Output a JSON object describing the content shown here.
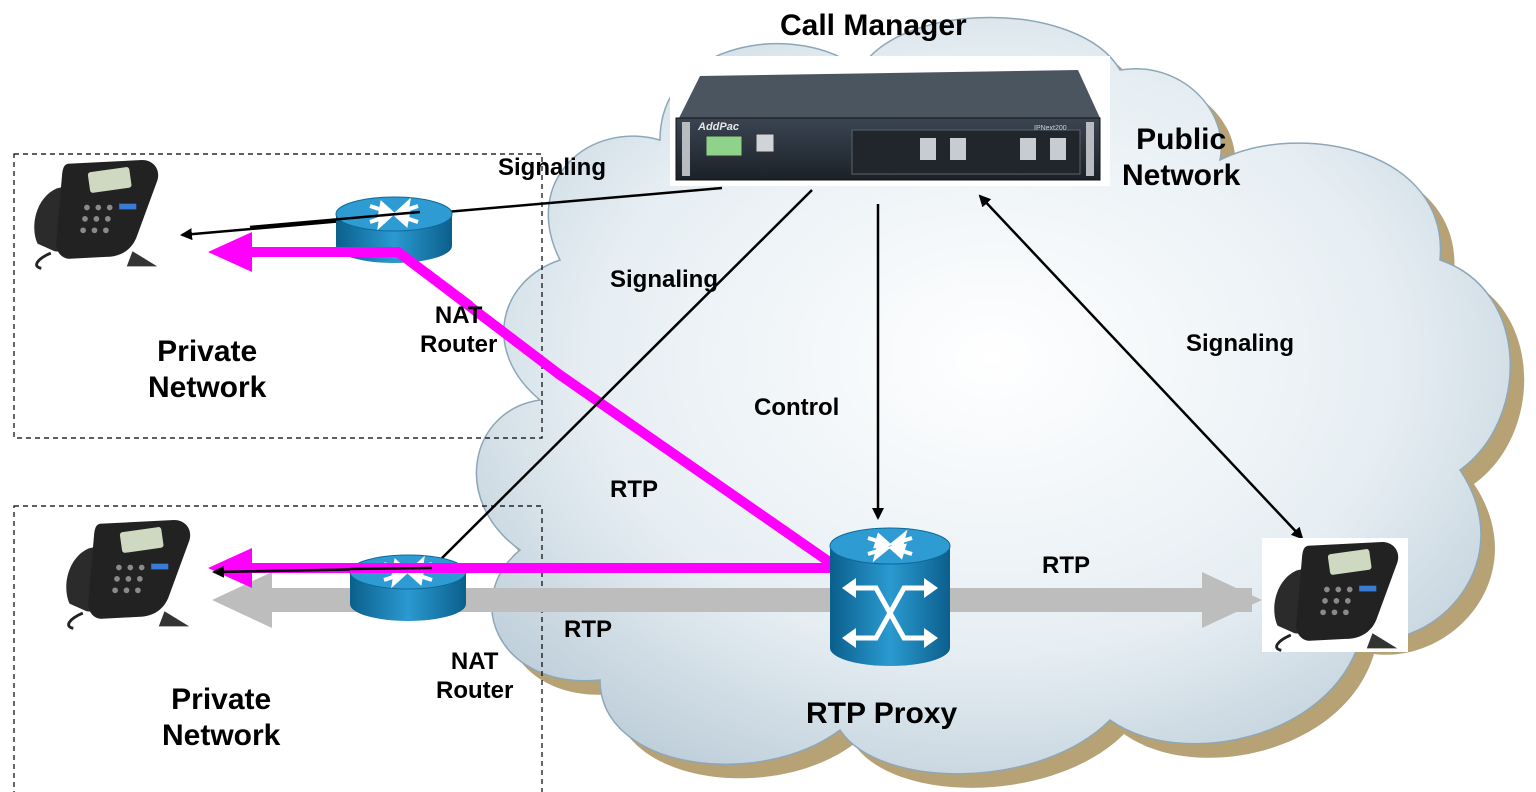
{
  "colors": {
    "cloud_fill": "#dde8ef",
    "cloud_shadow": "#b7a276",
    "rtp_magenta": "#ff00ff",
    "rtp_gray": "#bdbdbd",
    "router_blue": "#1f86b8",
    "signal_line": "#000000"
  },
  "nodes": {
    "call_manager": {
      "title": "Call Manager",
      "brand": "AddPac",
      "model": "IPNext200"
    },
    "public_network": {
      "line1": "Public",
      "line2": "Network"
    },
    "private_network_top": {
      "line1": "Private",
      "line2": "Network"
    },
    "private_network_bottom": {
      "line1": "Private",
      "line2": "Network"
    },
    "nat_router_top": {
      "line1": "NAT",
      "line2": "Router"
    },
    "nat_router_bottom": {
      "line1": "NAT",
      "line2": "Router"
    },
    "rtp_proxy": {
      "label": "RTP Proxy"
    }
  },
  "edge_labels": {
    "signaling_top": "Signaling",
    "signaling_mid": "Signaling",
    "signaling_right": "Signaling",
    "control": "Control",
    "rtp_diag": "RTP",
    "rtp_bottom": "RTP",
    "rtp_right": "RTP"
  },
  "icons": [
    "ip-phone-icon",
    "router-icon",
    "call-manager-device-icon",
    "rtp-proxy-switch-icon",
    "cloud-icon"
  ]
}
